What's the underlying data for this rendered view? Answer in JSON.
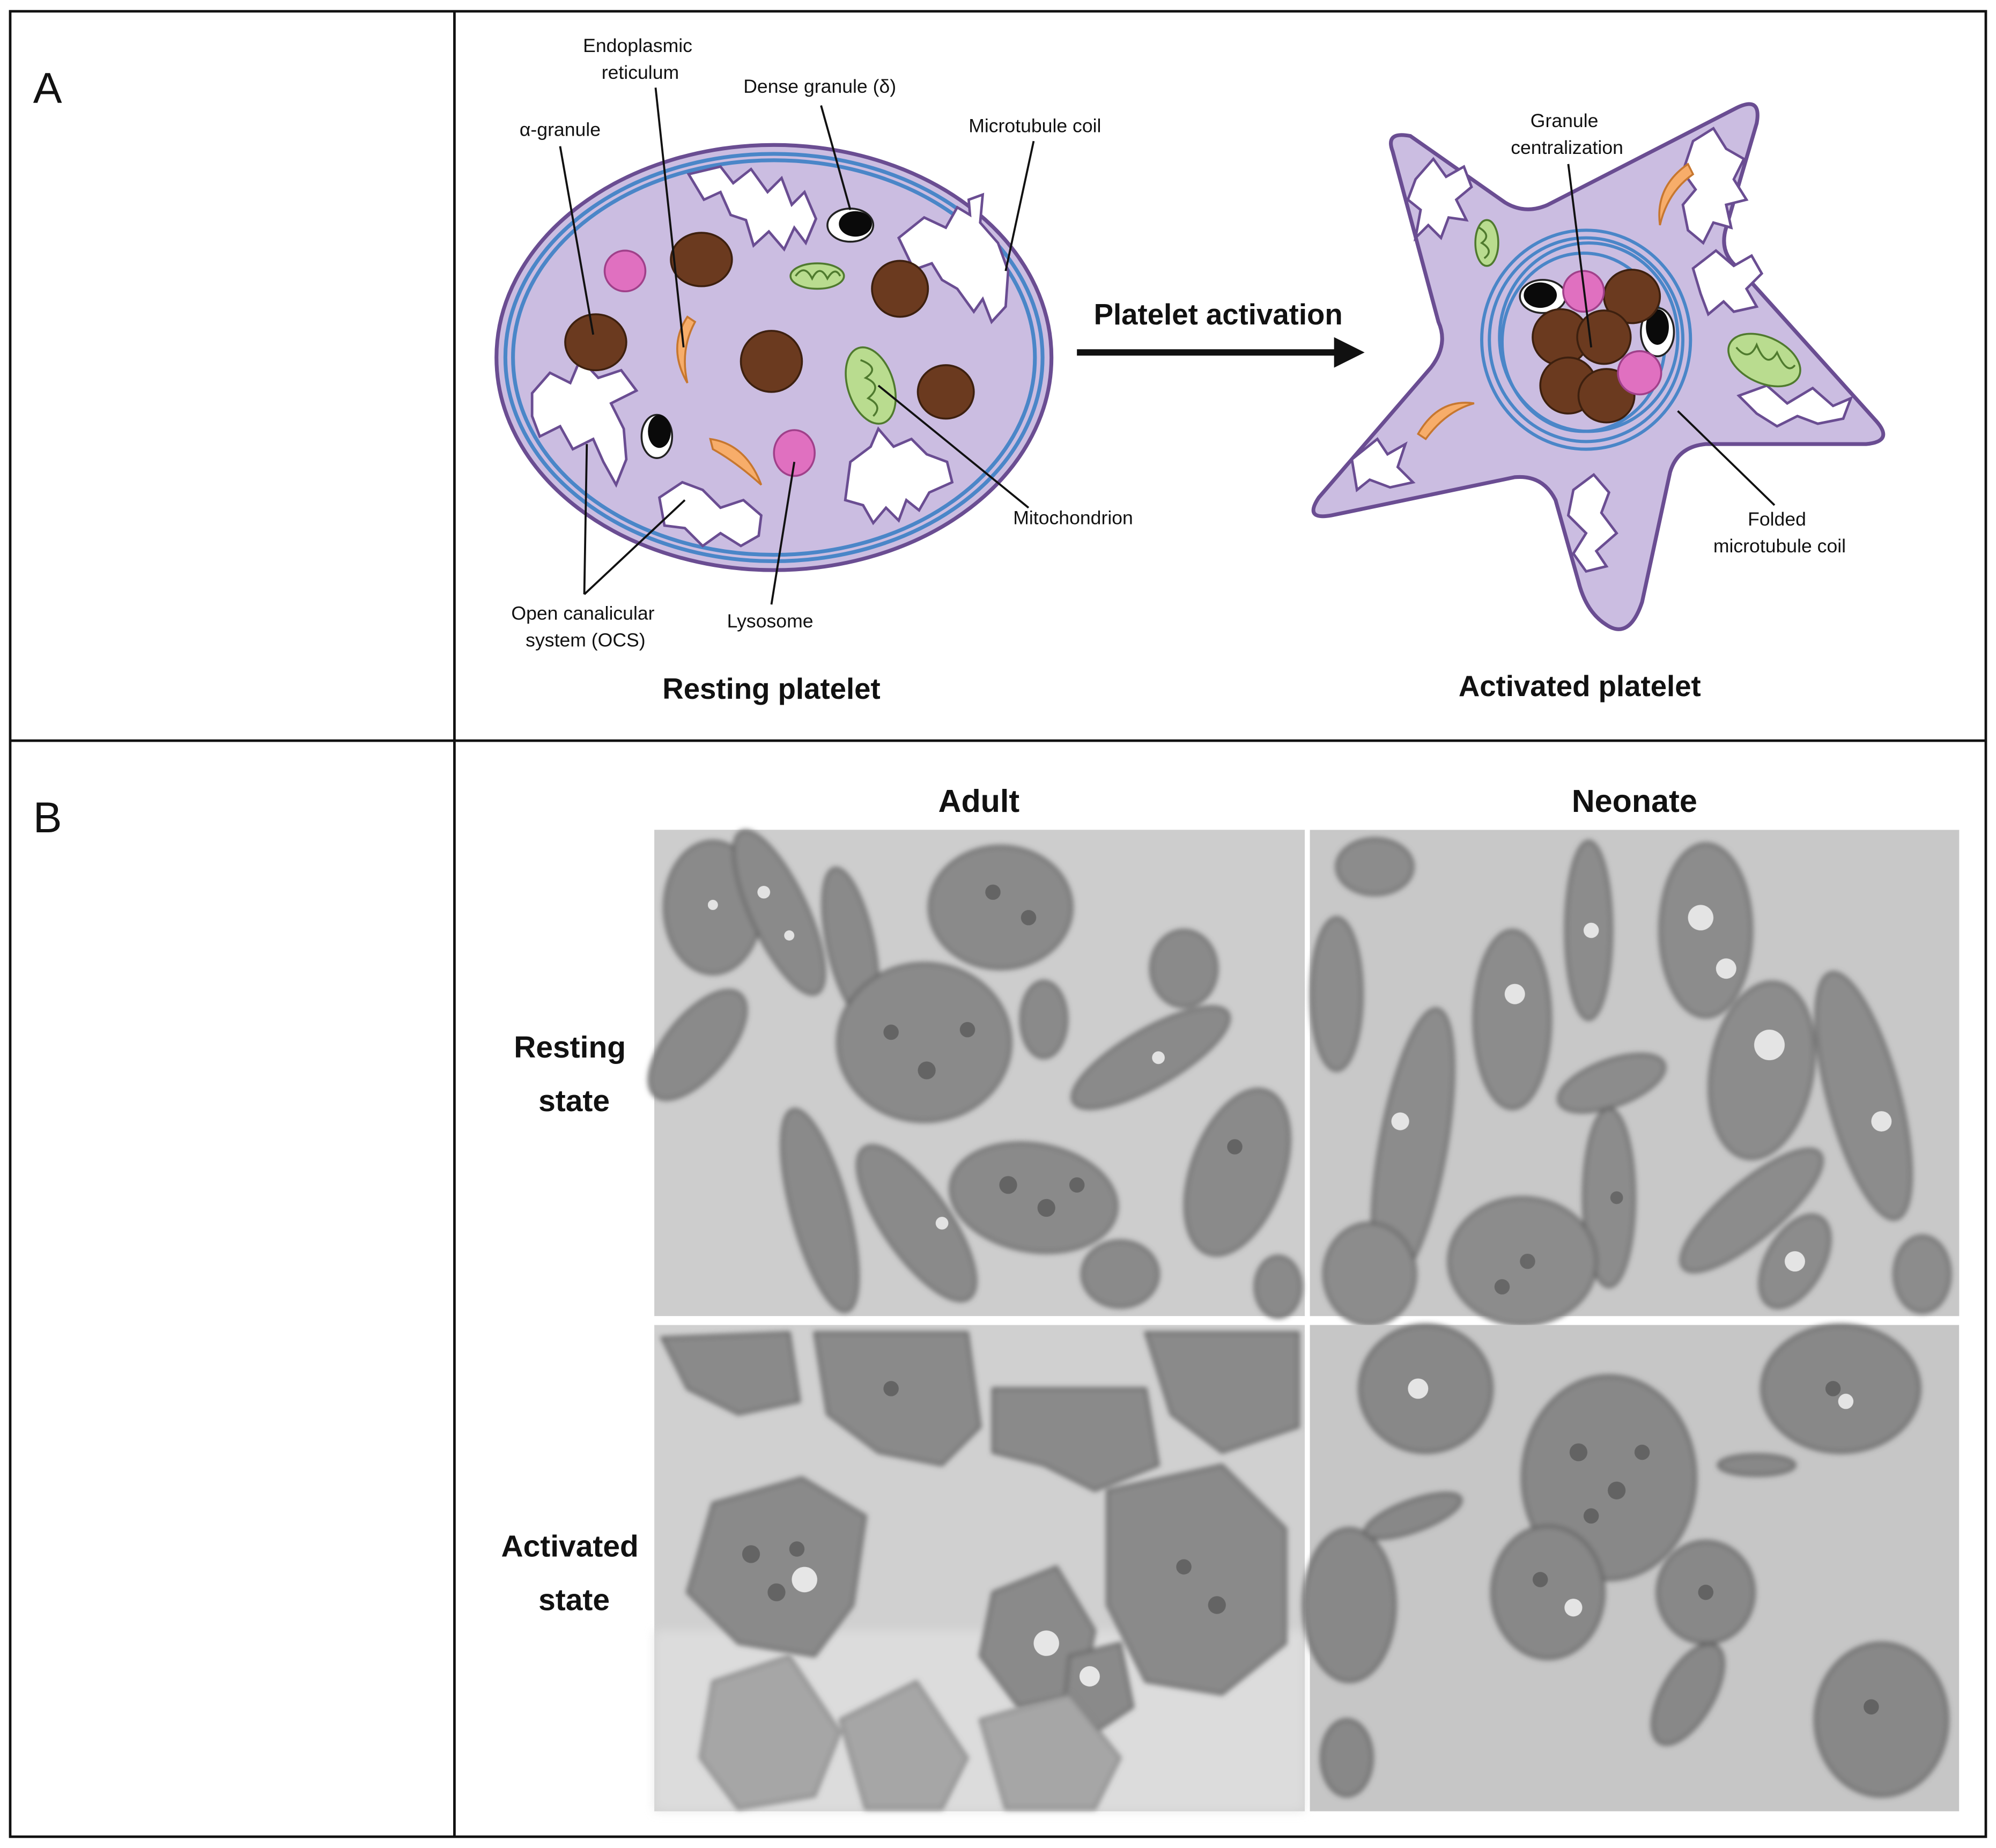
{
  "panels": {
    "a": {
      "letter": "A"
    },
    "b": {
      "letter": "B"
    }
  },
  "resting": {
    "title": "Resting platelet",
    "labels": {
      "er": [
        "Endoplasmic",
        "reticulum"
      ],
      "dense": "Dense granule (δ)",
      "alpha": "α-granule",
      "microtubule": "Microtubule coil",
      "mito": "Mitochondrion",
      "ocs": [
        "Open canalicular",
        "system (OCS)"
      ],
      "lysosome": "Lysosome"
    }
  },
  "activation": {
    "label": "Platelet activation"
  },
  "activated": {
    "title": "Activated platelet",
    "labels": {
      "centralization": [
        "Granule",
        "centralization"
      ],
      "folded": [
        "Folded",
        "microtubule coil"
      ]
    }
  },
  "micrographs": {
    "columns": [
      "Adult",
      "Neonate"
    ],
    "rows": [
      [
        "Resting",
        "state"
      ],
      [
        "Activated",
        "state"
      ]
    ]
  },
  "colors": {
    "cytoplasm": "#cbbde1",
    "outline": "#6a4d92",
    "microtubule": "#4a86c8",
    "alpha_granule": "#6b3a1f",
    "lysosome": "#e070c0",
    "mitochondrion": "#b9dc8f",
    "er": "#f7ad6a",
    "dense_granule": "#0a0a0a"
  }
}
